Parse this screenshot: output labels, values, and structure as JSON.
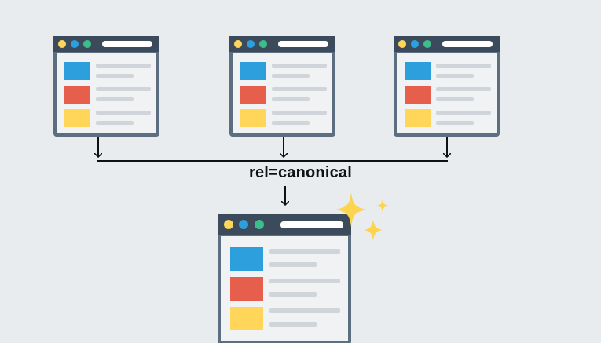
{
  "diagram": {
    "label": "rel=canonical"
  },
  "colors": {
    "background": "#e8ecef",
    "window_frame": "#5c6f80",
    "titlebar": "#3b4b5c",
    "dot_yellow": "#ffd55a",
    "dot_blue": "#2d9fdc",
    "dot_green": "#3ebd8c",
    "block_blue": "#2d9fdc",
    "block_red": "#e55f4c",
    "block_yellow": "#ffd55a",
    "sparkle": "#fdd44f",
    "connector": "#111111"
  },
  "windows": [
    {
      "name": "duplicate-page-1",
      "icon": "browser-window-icon"
    },
    {
      "name": "duplicate-page-2",
      "icon": "browser-window-icon"
    },
    {
      "name": "duplicate-page-3",
      "icon": "browser-window-icon"
    },
    {
      "name": "canonical-page",
      "icon": "browser-window-icon"
    }
  ],
  "decorations": {
    "sparkle_icon": "sparkle-icon"
  }
}
